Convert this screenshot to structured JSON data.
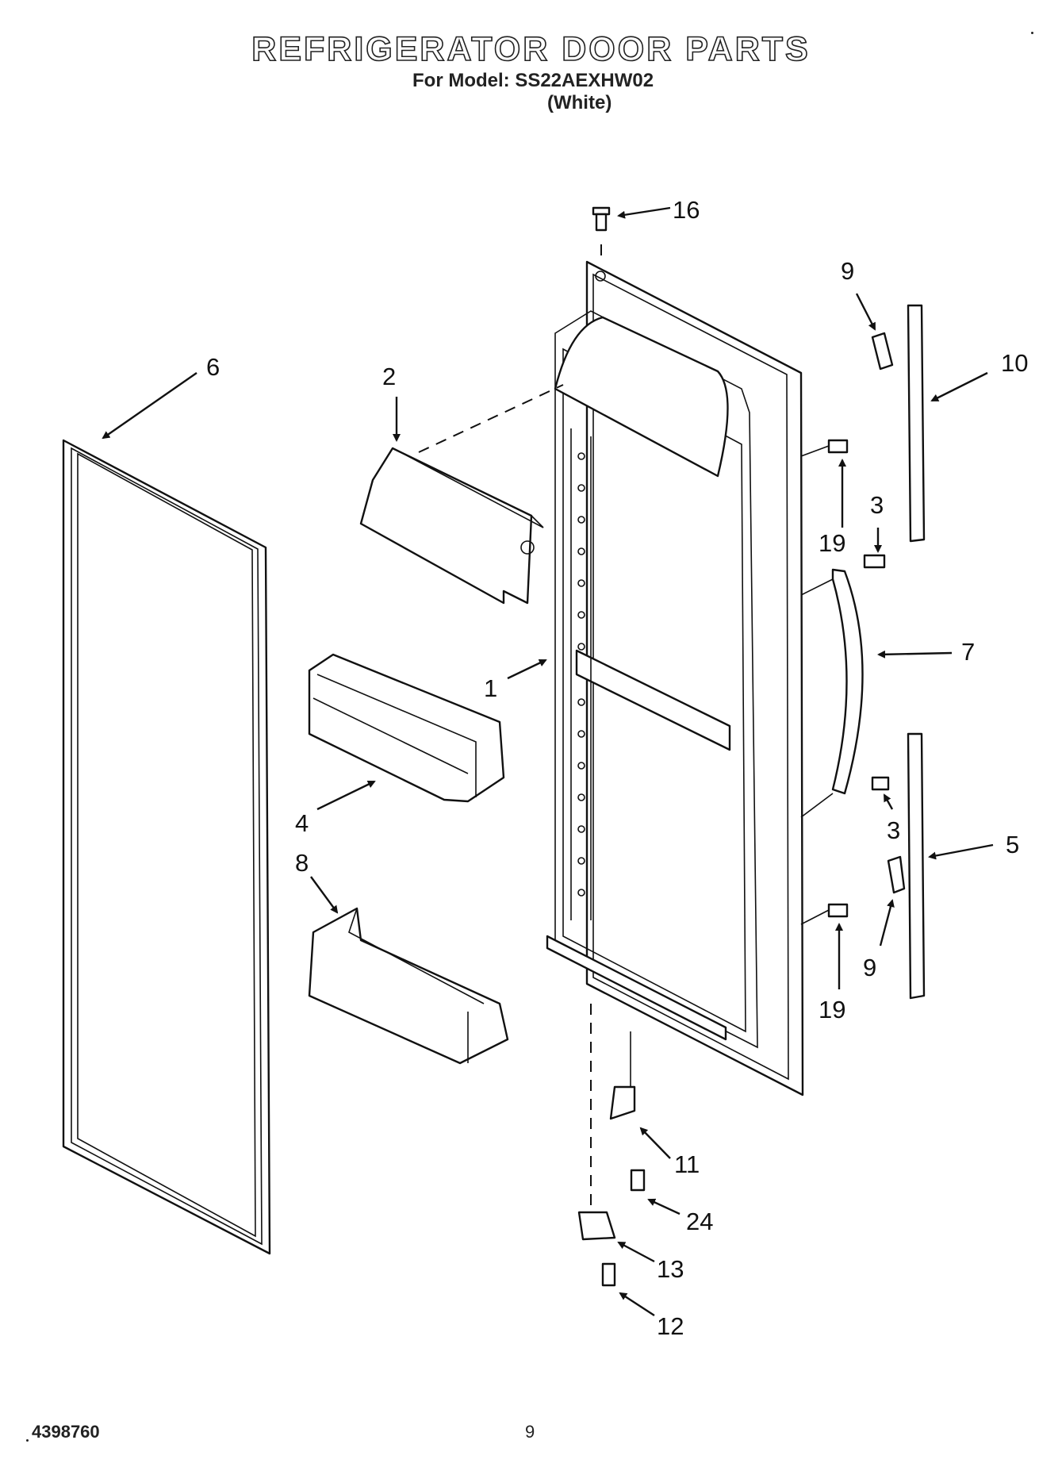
{
  "header": {
    "title": "REFRIGERATOR DOOR PARTS",
    "model_line": "For Model: SS22AEXHW02",
    "color_note": "(White)"
  },
  "footer": {
    "doc_number": "4398760",
    "page_number": "9"
  },
  "callouts": {
    "c1": "1",
    "c2": "2",
    "c3a": "3",
    "c3b": "3",
    "c4": "4",
    "c5": "5",
    "c6": "6",
    "c7": "7",
    "c8": "8",
    "c9a": "9",
    "c9b": "9",
    "c10": "10",
    "c11": "11",
    "c12": "12",
    "c13": "13",
    "c16": "16",
    "c19a": "19",
    "c19b": "19",
    "c24": "24"
  }
}
